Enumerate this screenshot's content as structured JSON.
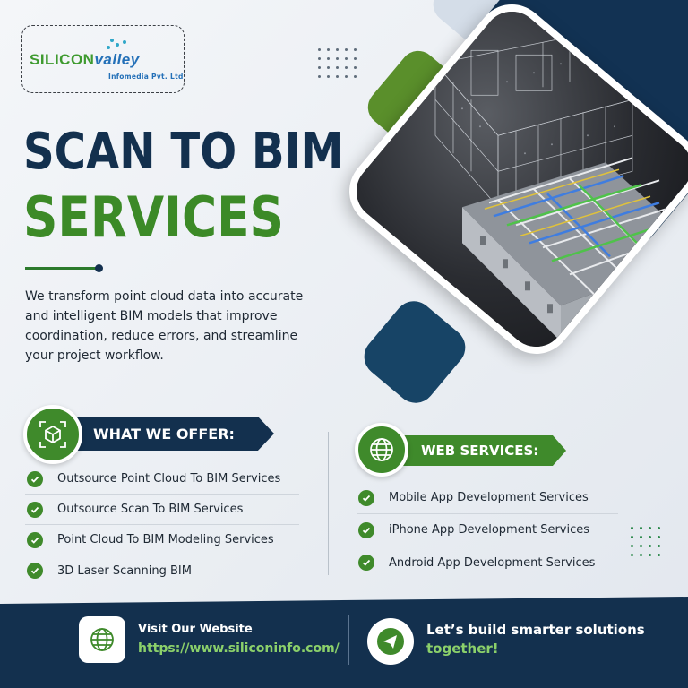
{
  "logo": {
    "word_one": "SILICON",
    "word_two": "valley",
    "tagline": "Infomedia Pvt. Ltd"
  },
  "headline": {
    "line_one": "SCAN TO BIM",
    "line_two": "SERVICES"
  },
  "intro": "We transform point cloud data into accurate and intelligent BIM models that improve coordination, reduce errors, and streamline your project workflow.",
  "offer": {
    "title": "WHAT WE OFFER:",
    "icon": "cube-scan-icon",
    "items": [
      "Outsource Point Cloud To BIM Services",
      "Outsource Scan To BIM Services",
      "Point Cloud To BIM Modeling Services",
      "3D Laser Scanning BIM"
    ]
  },
  "web_services": {
    "title": "WEB SERVICES:",
    "icon": "globe-icon",
    "items": [
      "Mobile App Development Services",
      "iPhone App Development Services",
      "Android App Development Services"
    ]
  },
  "footer": {
    "visit_label": "Visit Our Website",
    "url": "https://www.siliconinfo.com/",
    "cta_line_one": "Let’s build smarter solutions",
    "cta_line_two": "together!"
  },
  "colors": {
    "navy": "#13304e",
    "green": "#3f8a2b",
    "light_green": "#8bd06a",
    "logo_green": "#3e9a2f",
    "logo_blue": "#2470b8"
  }
}
